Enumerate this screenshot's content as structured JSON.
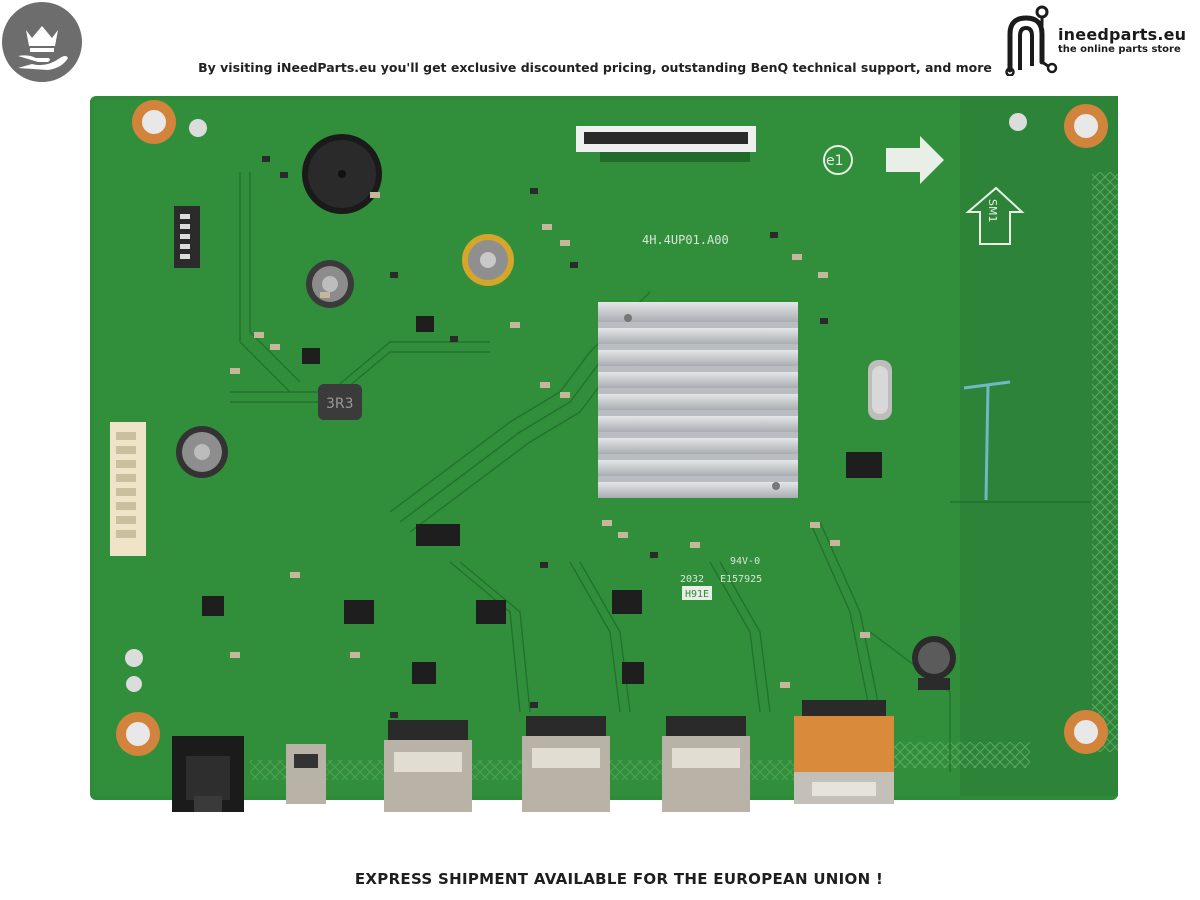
{
  "header": {
    "badge_icon": "crown-hand-icon",
    "brand_name": "ineedparts.eu",
    "brand_tagline": "the online parts store",
    "brand_icon": "n-circuit-logo-icon",
    "promo_text": "By visiting iNeedParts.eu you'll get exclusive discounted pricing, outstanding BenQ technical support, and more"
  },
  "board": {
    "description_icon": "circuit-board-icon",
    "silkscreen": {
      "part_number": "4H.4UP01.A00",
      "revision": "e1",
      "inductor_code": "3R3",
      "date_code": "2032",
      "ul_number": "E157925",
      "vendor_code": "H91E",
      "flammability": "94V-0",
      "arrow_label": "SM1"
    },
    "colors": {
      "pcb": "#2f8a3a",
      "heatsink": "#c9ccce",
      "connector_metal": "#b9b2a6",
      "displayport_orange": "#d98a3a"
    }
  },
  "footer": {
    "shipping_text": "EXPRESS SHIPMENT AVAILABLE FOR THE EUROPEAN UNION !"
  }
}
